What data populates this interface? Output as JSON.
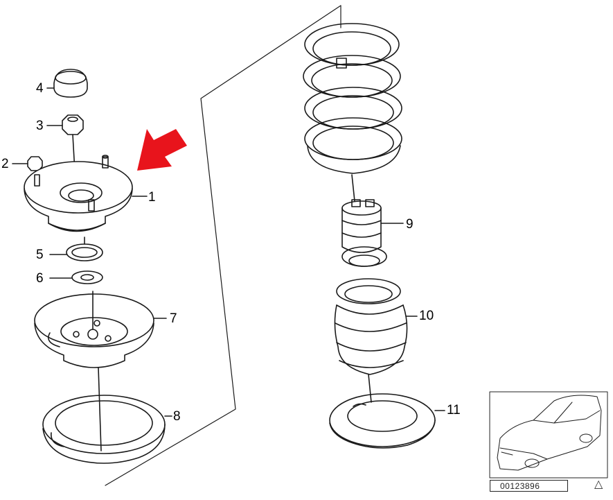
{
  "diagram": {
    "callouts": {
      "c1": "1",
      "c2": "2",
      "c3": "3",
      "c4": "4",
      "c5": "5",
      "c6": "6",
      "c7": "7",
      "c8": "8",
      "c9": "9",
      "c10": "10",
      "c11": "11"
    },
    "diagram_code": "00123896",
    "colors": {
      "line": "#1a1a1a",
      "highlight_arrow": "#e8141c",
      "background": "#ffffff"
    },
    "icons": [
      "warning-triangle-icon",
      "red-pointer-arrow",
      "vehicle-thumbnail"
    ]
  }
}
